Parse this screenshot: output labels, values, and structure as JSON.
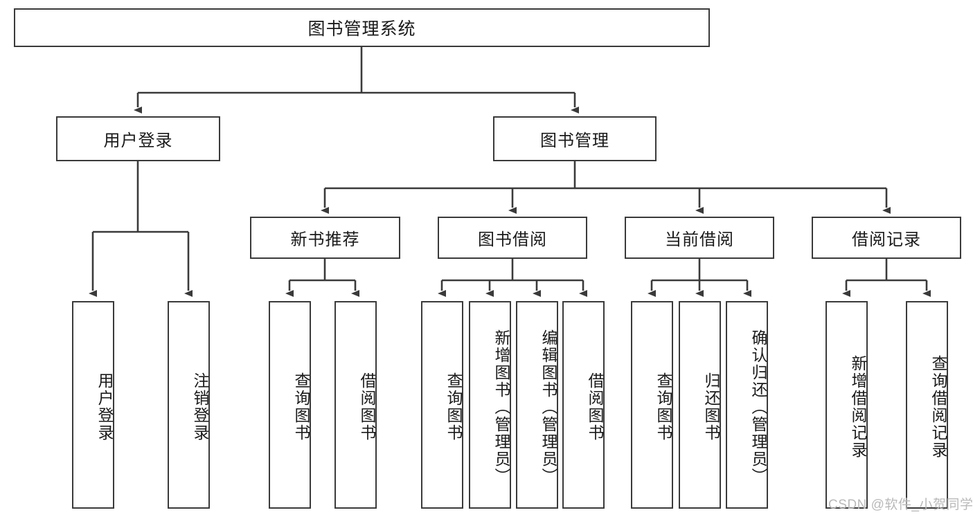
{
  "diagram": {
    "type": "tree-hierarchy-chart",
    "title_node": "图书管理系统",
    "line_color": "#3a3a3a",
    "box_fill": "#ffffff",
    "text_color": "#1a1a1a",
    "level2": [
      {
        "label": "用户登录"
      },
      {
        "label": "图书管理"
      }
    ],
    "level3": [
      {
        "label": "新书推荐"
      },
      {
        "label": "图书借阅"
      },
      {
        "label": "当前借阅"
      },
      {
        "label": "借阅记录"
      }
    ],
    "leaves": {
      "user_login": [
        {
          "label": "用户登录"
        },
        {
          "label": "注销登录"
        }
      ],
      "new_book": [
        {
          "label": "查询图书"
        },
        {
          "label": "借阅图书"
        }
      ],
      "book_borrow": [
        {
          "label": "查询图书"
        },
        {
          "label": "新增图书（管理员）"
        },
        {
          "label": "编辑图书（管理员）"
        },
        {
          "label": "借阅图书"
        }
      ],
      "current_borrow": [
        {
          "label": "查询图书"
        },
        {
          "label": "归还图书"
        },
        {
          "label": "确认归还（管理员）"
        }
      ],
      "borrow_record": [
        {
          "label": "新增借阅记录"
        },
        {
          "label": "查询借阅记录"
        }
      ]
    }
  },
  "watermark": {
    "text": "CSDN @软件_小贺同学"
  }
}
